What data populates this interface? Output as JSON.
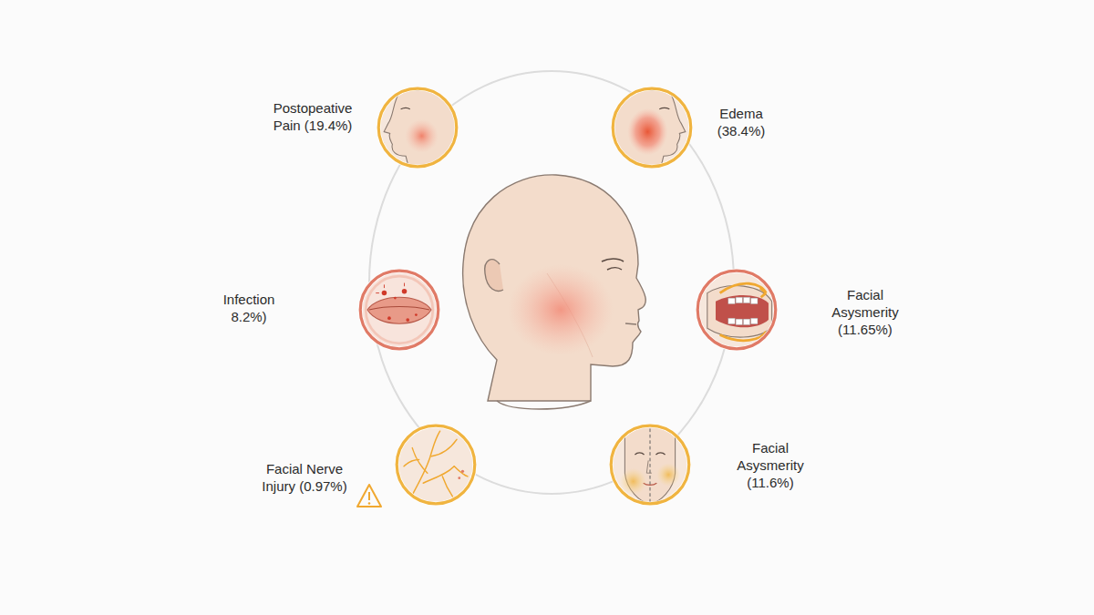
{
  "diagram": {
    "nodes": [
      {
        "text": [
          "Postopeative Pain (19.4%)"
        ]
      },
      {
        "text": [
          "Edema (38.4%)"
        ]
      },
      {
        "text": [
          "Infection 8.2%)"
        ]
      },
      {
        "text": [
          "Facial Asysmerity (11.65%)"
        ]
      },
      {
        "text": [
          "Facial Nerve Injury (0.97%)"
        ]
      },
      {
        "text": [
          "Facial Asysmerity (11.6%)"
        ]
      }
    ]
  }
}
